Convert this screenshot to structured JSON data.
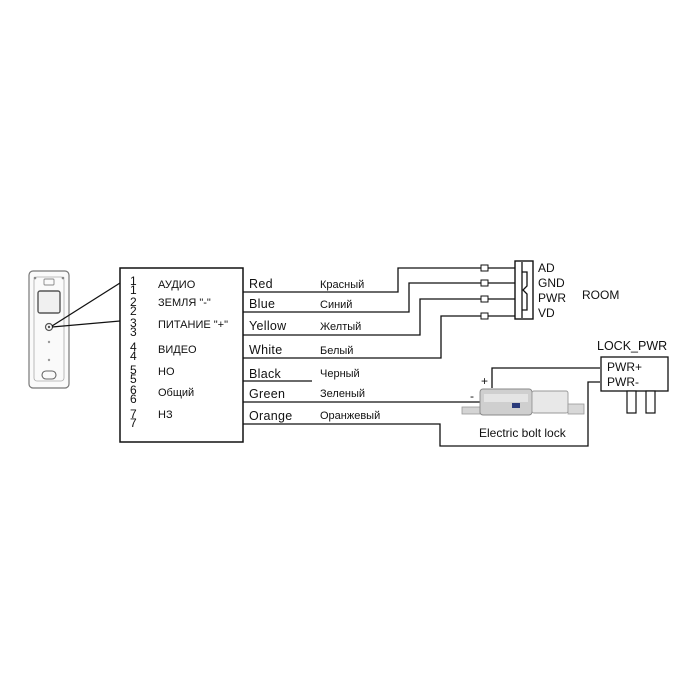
{
  "panel": {
    "pins": [
      {
        "a": "1",
        "b": "1",
        "signal": "АУДИО",
        "color_en": "Red",
        "color_ru": "Красный"
      },
      {
        "a": "2",
        "b": "2",
        "signal": "ЗЕМЛЯ \"-\"",
        "color_en": "Blue",
        "color_ru": "Синий"
      },
      {
        "a": "3",
        "b": "3",
        "signal": "ПИТАНИЕ \"+\"",
        "color_en": "Yellow",
        "color_ru": "Желтый"
      },
      {
        "a": "4",
        "b": "4",
        "signal": "ВИДЕО",
        "color_en": "White",
        "color_ru": "Белый"
      },
      {
        "a": "5",
        "b": "5",
        "signal": "НО",
        "color_en": "Black",
        "color_ru": "Черный"
      },
      {
        "a": "6",
        "b": "6",
        "signal": "Общий",
        "color_en": "Green",
        "color_ru": "Зеленый"
      },
      {
        "a": "7",
        "b": "7",
        "signal": "НЗ",
        "color_en": "Orange",
        "color_ru": "Оранжевый"
      }
    ]
  },
  "room": {
    "terminals": [
      "AD",
      "GND",
      "PWR",
      "VD"
    ],
    "label": "ROOM"
  },
  "lock_power": {
    "title": "LOCK_PWR",
    "terminals": [
      "PWR+",
      "PWR-"
    ]
  },
  "lock": {
    "label": "Electric bolt lock",
    "plus": "+",
    "minus": "-"
  }
}
